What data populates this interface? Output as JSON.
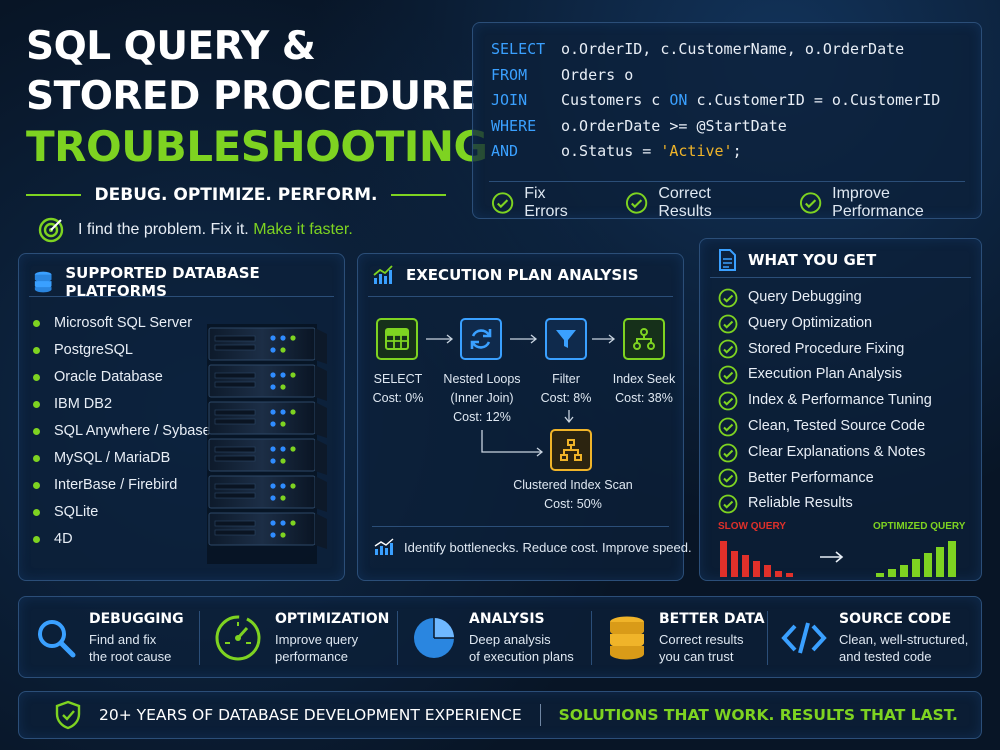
{
  "title": {
    "line1": "SQL QUERY &",
    "line2": "STORED PROCEDURE",
    "line3": "TROUBLESHOOTING",
    "tagline": "DEBUG. OPTIMIZE. PERFORM.",
    "pitch_a": "I find the problem. Fix it.",
    "pitch_b": "Make it faster."
  },
  "code": {
    "lines": [
      {
        "kw": "SELECT",
        "text": "o.OrderID, c.CustomerName, o.OrderDate"
      },
      {
        "kw": "FROM",
        "text": "Orders o"
      },
      {
        "kw": "JOIN",
        "pre": "Customers c ",
        "kw2": "ON",
        "post": " c.CustomerID = o.CustomerID"
      },
      {
        "kw": "WHERE",
        "text": "o.OrderDate >= @StartDate"
      },
      {
        "kw": "AND",
        "pre": "o.Status = ",
        "str": "'Active'",
        "post": ";"
      }
    ],
    "checks": [
      "Fix Errors",
      "Correct Results",
      "Improve Performance"
    ]
  },
  "platforms": {
    "title": "SUPPORTED DATABASE PLATFORMS",
    "items": [
      "Microsoft SQL Server",
      "PostgreSQL",
      "Oracle Database",
      "IBM DB2",
      "SQL Anywhere / Sybase",
      "MySQL / MariaDB",
      "InterBase / Firebird",
      "SQLite",
      "4D"
    ]
  },
  "execution": {
    "title": "EXECUTION PLAN ANALYSIS",
    "nodes": [
      {
        "label": "SELECT",
        "cost": "Cost: 0%"
      },
      {
        "label": "Nested Loops",
        "sub": "(Inner Join)",
        "cost": "Cost: 12%"
      },
      {
        "label": "Filter",
        "cost": "Cost: 8%"
      },
      {
        "label": "Index Seek",
        "cost": "Cost: 38%"
      },
      {
        "label": "Clustered Index Scan",
        "cost": "Cost: 50%"
      }
    ],
    "footer": "Identify bottlenecks. Reduce cost. Improve speed."
  },
  "wyg": {
    "title": "WHAT YOU GET",
    "items": [
      "Query Debugging",
      "Query Optimization",
      "Stored Procedure Fixing",
      "Execution Plan Analysis",
      "Index & Performance Tuning",
      "Clean, Tested Source Code",
      "Clear Explanations & Notes",
      "Better Performance",
      "Reliable Results"
    ],
    "slow_label": "SLOW QUERY",
    "fast_label": "OPTIMIZED QUERY"
  },
  "features": [
    {
      "title": "DEBUGGING",
      "l1": "Find and fix",
      "l2": "the root cause"
    },
    {
      "title": "OPTIMIZATION",
      "l1": "Improve query",
      "l2": "performance"
    },
    {
      "title": "ANALYSIS",
      "l1": "Deep analysis",
      "l2": "of execution plans"
    },
    {
      "title": "BETTER DATA",
      "l1": "Correct results",
      "l2": "you can trust"
    },
    {
      "title": "SOURCE CODE",
      "l1": "Clean, well-structured,",
      "l2": "and tested code"
    }
  ],
  "bottom": {
    "left": "20+ YEARS OF DATABASE DEVELOPMENT EXPERIENCE",
    "right": "SOLUTIONS THAT WORK. RESULTS THAT LAST."
  },
  "colors": {
    "accent_green": "#7ed321",
    "accent_blue": "#3aa0ff",
    "string_orange": "#f0b429",
    "slow_red": "#e0302a",
    "background": "#081526"
  }
}
